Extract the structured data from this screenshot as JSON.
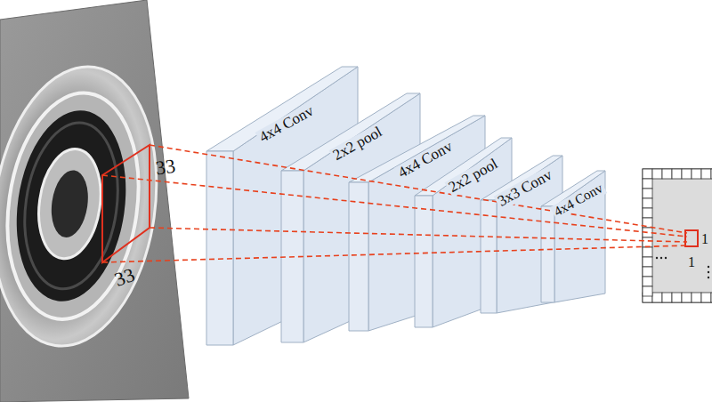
{
  "diagram": {
    "nodes": [
      {
        "text": [
          "4x4 Conv"
        ]
      },
      {
        "text": [
          "2x2 pool"
        ]
      },
      {
        "text": [
          "4x4 Conv"
        ]
      },
      {
        "text": [
          "2x2 pool"
        ]
      },
      {
        "text": [
          "3x3 Conv"
        ]
      },
      {
        "text": [
          "4x4 Conv"
        ]
      }
    ],
    "labels": [
      "33",
      "33",
      "1",
      "1"
    ]
  }
}
